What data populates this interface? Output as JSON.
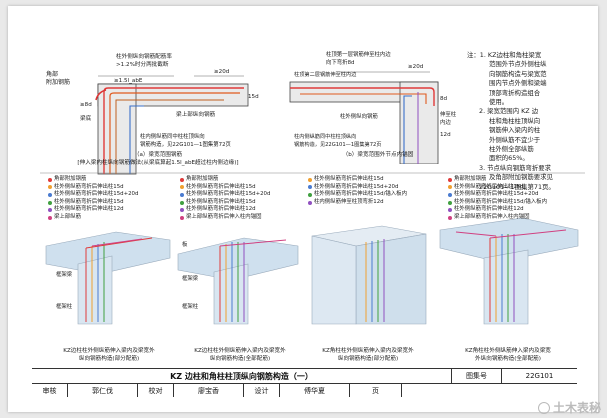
{
  "notes": [
    "注：1. KZ边柱和角柱梁宽",
    "范围外节点外侧柱纵",
    "向钢筋构造与梁宽范",
    "围内节点外侧和梁端",
    "顶部弯折构造组合",
    "使用。",
    "2. 梁宽范围内 KZ 边",
    "柱和角柱柱顶纵向",
    "钢筋伸入梁内的柱",
    "外侧纵筋不宜少于",
    "柱外侧全部纵筋",
    "面积的65%。",
    "3. 节点纵向钢筋弯折要求",
    "及角部附加钢筋要求见",
    "22G101—1图集第71页。"
  ],
  "diagram_a": {
    "labels": {
      "corner_bar": "角部",
      "corner_bar2": "附加钢筋",
      "ratio": "柱外侧纵向钢筋配筋率",
      "ratio2": ">1.2%时分两批截断",
      "len1": "≥1.5l_abE",
      "len2": "≥20d",
      "beam_top": "梁上部纵向钢筋",
      "beam_edge": "梁底",
      "col_inner": "柱内侧纵筋同中柱柱顶纵向",
      "col_inner2": "钢筋构造，见22G101—1图集第72页",
      "d15": "15d",
      "d8": "≥8d"
    },
    "caption1": "（a）梁宽范围钢筋",
    "caption2": "[伸入梁内柱纵向钢筋做法(从梁底算起1.5l_abE超过柱内侧边缘)]"
  },
  "diagram_b": {
    "labels": {
      "outer_bar": "柱顶第一层钢筋伸至柱内边",
      "outer_bar2": "向下弯折8d",
      "second_bar": "柱顶第二层钢筋伸至柱内边",
      "len": "≥20d",
      "d8": "8d",
      "col_out": "柱外侧纵向钢筋",
      "extend": "伸至柱",
      "extend2": "内边",
      "d12": "12d",
      "col_inner": "柱内侧纵筋同中柱柱顶纵向",
      "col_inner2": "钢筋构造，见22G101—1图集第72页"
    },
    "caption": "（b）梁宽范围外节点内锚固"
  },
  "legend1": {
    "items": [
      {
        "text": "角部附加钢筋",
        "color": "#e03b3b"
      },
      {
        "text": "柱外侧纵筋弯折后伸出柱15d",
        "color": "#f0a030"
      },
      {
        "text": "柱外侧纵筋弯折后伸出柱15d+20d",
        "color": "#4a7bd0"
      },
      {
        "text": "柱外侧纵筋弯折后伸出柱15d",
        "color": "#40a040"
      },
      {
        "text": "柱外侧纵筋弯折后伸出柱12d",
        "color": "#9050c0"
      },
      {
        "text": "梁上部纵筋",
        "color": "#d04080"
      }
    ]
  },
  "legend2": {
    "items": [
      {
        "text": "角部附加钢筋",
        "color": "#e03b3b"
      },
      {
        "text": "柱外侧纵筋弯折后伸出柱15d",
        "color": "#f0a030"
      },
      {
        "text": "柱外侧纵筋弯折后伸出柱15d+20d",
        "color": "#4a7bd0"
      },
      {
        "text": "柱外侧纵筋弯折后伸出柱15d",
        "color": "#40a040"
      },
      {
        "text": "柱外侧纵筋弯折后伸出柱12d",
        "color": "#9050c0"
      },
      {
        "text": "梁上部纵筋弯折后伸入柱内锚固",
        "color": "#d04080"
      }
    ]
  },
  "legend3": {
    "items": [
      {
        "text": "柱外侧纵筋弯折后伸出柱15d",
        "color": "#f0a030"
      },
      {
        "text": "柱外侧纵筋弯折后伸出柱15d+20d",
        "color": "#4a7bd0"
      },
      {
        "text": "柱外侧纵筋弯折后伸出柱15d/锚入板内",
        "color": "#40a040"
      },
      {
        "text": "柱内侧纵筋伸至柱顶弯折12d",
        "color": "#9050c0"
      }
    ]
  },
  "legend4": {
    "items": [
      {
        "text": "角部附加钢筋",
        "color": "#e03b3b"
      },
      {
        "text": "柱外侧纵筋弯折后伸出柱15d",
        "color": "#f0a030"
      },
      {
        "text": "柱外侧纵筋弯折后伸出柱15d+20d",
        "color": "#4a7bd0"
      },
      {
        "text": "柱外侧纵筋弯折后伸出柱15d/锚入板内",
        "color": "#40a040"
      },
      {
        "text": "柱外侧纵筋弯折后伸出柱12d",
        "color": "#9050c0"
      },
      {
        "text": "梁上部纵筋弯折后伸入柱内锚固",
        "color": "#d04080"
      }
    ]
  },
  "model_labels": {
    "frame_beam": "框架梁",
    "frame_col": "框架柱",
    "slab": "板"
  },
  "captions3d": [
    "KZ边柱柱外侧纵筋伸入梁内及梁宽外",
    "纵向钢筋构造(部分配筋)",
    "KZ边柱柱外侧纵筋伸入梁内及梁宽外",
    "纵向钢筋构造(全部配筋)",
    "KZ角柱柱外侧纵筋伸入梁内及梁宽外",
    "纵向钢筋构造(部分配筋)",
    "KZ角柱柱外侧纵筋伸入梁内及梁宽",
    "外纵向钢筋构造(全部配筋)"
  ],
  "title_block": {
    "title": "KZ 边柱和角柱柱顶纵向钢筋构造（一）",
    "atlas_label": "图集号",
    "atlas_no": "22G101",
    "review_label": "审核",
    "review_name": "郭仁伐",
    "check_label": "校对",
    "check_name": "廖宝香",
    "design_label": "设计",
    "design_name": "傅华夏",
    "page_label": "页"
  },
  "watermark": "土木表秘"
}
